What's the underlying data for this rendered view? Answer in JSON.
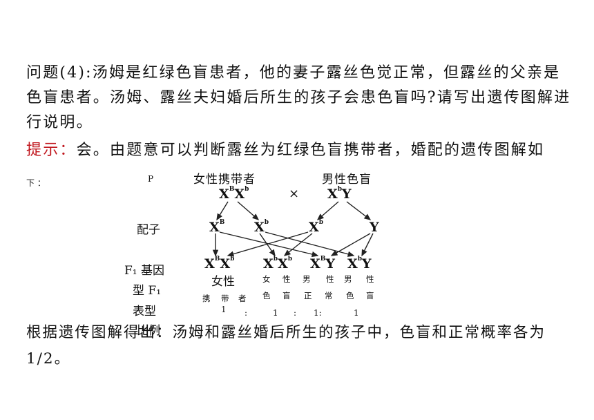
{
  "question": "问题(4):汤姆是红绿色盲患者，他的妻子露丝色觉正常，但露丝的父亲是色盲患者。汤姆、露丝夫妇婚后所生的孩子会患色盲吗?请写出遗传图解进行说明。",
  "hint": {
    "label": "提示：",
    "text": "会。由题意可以判断露丝为红绿色盲携带者，婚配的遗传图解如",
    "tail": "下 ："
  },
  "diagram": {
    "p_label": "P",
    "female_title": "女性携带者",
    "male_title": "男性色盲",
    "female_genotype": "XBXb",
    "cross": "×",
    "male_genotype": "XbY",
    "gamete_label": "配子",
    "gametes": [
      "XB",
      "Xb",
      "Xb",
      "Y"
    ],
    "f1_genotype_label_a": "F₁ 基因",
    "f1_genotype_label_b": "型 F₁",
    "f1_phenotype_label": "表型",
    "f1_ratio_label": "比例",
    "offspring": [
      "XBXb",
      "XbXb",
      "XBY",
      "XbY"
    ],
    "phenotype_big": "女性",
    "phenotype_chars": [
      "女",
      "性",
      "男",
      "性",
      "男",
      "性"
    ],
    "phenotype_chars_row2": [
      "携",
      "带",
      "者",
      "色",
      "盲",
      "正",
      "常",
      "色",
      "盲"
    ],
    "ratio": [
      "1",
      ":",
      "1",
      ":",
      "1:",
      "1"
    ]
  },
  "conclusion": "根据遗传图解得出：汤姆和露丝婚后所生的孩子中，色盲和正常概率各为1/2。",
  "colors": {
    "hint_label": "#c0161d",
    "text": "#111111"
  }
}
